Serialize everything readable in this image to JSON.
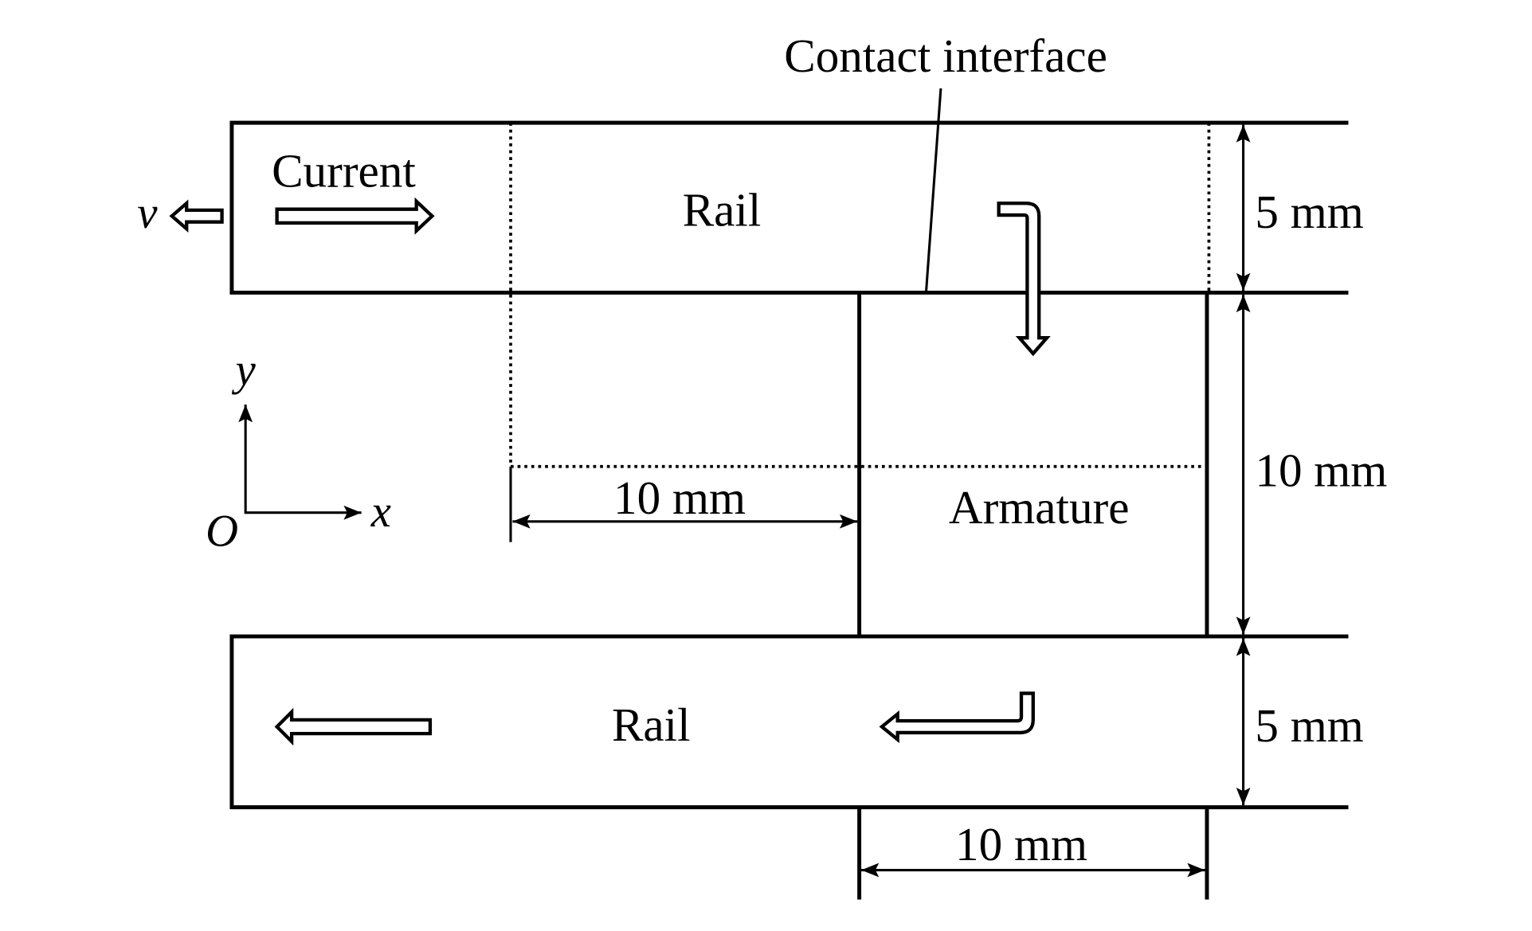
{
  "labels": {
    "contact_interface": "Contact interface",
    "current": "Current",
    "rail_top": "Rail",
    "rail_bottom": "Rail",
    "armature": "Armature",
    "velocity": "v",
    "axis_x": "x",
    "axis_y": "y",
    "origin": "O"
  },
  "dimensions": {
    "rail_top_height": "5 mm",
    "armature_height": "10 mm",
    "rail_bottom_height": "5 mm",
    "offset_length": "10 mm",
    "armature_length": "10 mm"
  },
  "colors": {
    "line": "#000000",
    "background": "#ffffff"
  }
}
